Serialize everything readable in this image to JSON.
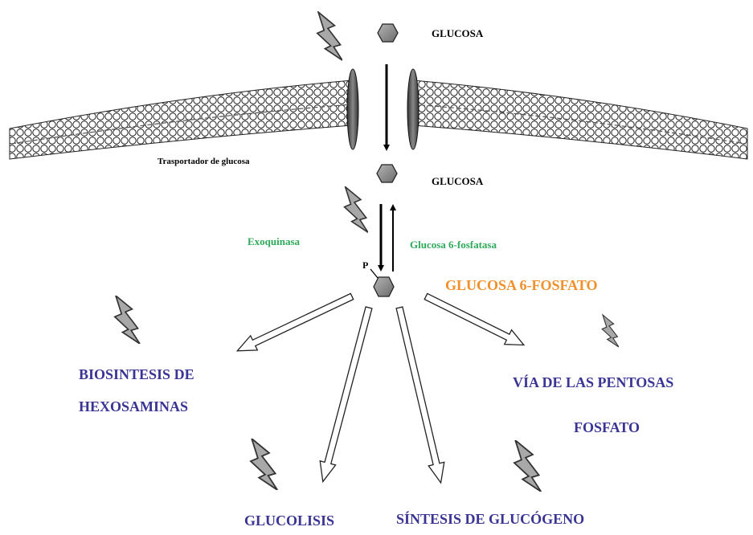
{
  "labels": {
    "glucose_outside": "GLUCOSA",
    "glucose_inside": "GLUCOSA",
    "transporter": "Trasportador de glucosa",
    "hexokinase": "Exoquinasa",
    "g6pase": "Glucosa 6-fosfatasa",
    "phosphate": "P",
    "g6p": "GLUCOSA 6-FOSFATO",
    "hexosamine_line1": "BIOSINTESIS DE",
    "hexosamine_line2": "HEXOSAMINAS",
    "pentose_line1": "VÍA DE LAS PENTOSAS",
    "pentose_line2": "FOSFATO",
    "glycolysis": "GLUCOLISIS",
    "glycogen": "SÍNTESIS DE GLUCÓGENO"
  },
  "colors": {
    "enzyme": "#2eaa5a",
    "g6p": "#f0902a",
    "pathway": "#3a3595",
    "hexagon": "#8a8a8a",
    "bolt": "#a8a8a8"
  },
  "icons": [
    "hexagon-molecule-icon",
    "lightning-bolt-icon"
  ]
}
